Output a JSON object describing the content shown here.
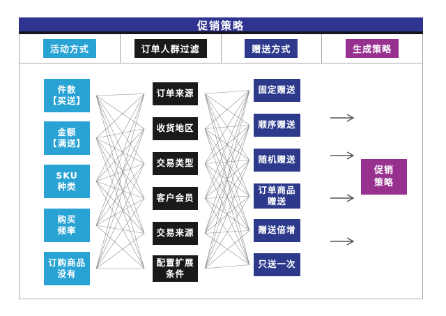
{
  "header": {
    "title": "促销策略"
  },
  "nav": {
    "items": [
      {
        "label": "活动方式",
        "color": "#29a3d4"
      },
      {
        "label": "订单人群过滤",
        "color": "#1a1a1a"
      },
      {
        "label": "赠送方式",
        "color": "#2d3a8c"
      },
      {
        "label": "生成策略",
        "color": "#97308f"
      }
    ]
  },
  "columns": [
    {
      "id": "activity",
      "title": "活动方式",
      "color": "#29a3d4",
      "items": [
        "件数\n【买送】",
        "金额\n【满送】",
        "SKU\n种类",
        "购买\n频率",
        "订购商品\n没有"
      ]
    },
    {
      "id": "order-filter",
      "title": "订单人群过滤",
      "color": "#1a1a1a",
      "items": [
        "订单来源",
        "收货地区",
        "交易类型",
        "客户会员",
        "交易来源",
        "配置扩展\n条件"
      ]
    },
    {
      "id": "gift-method",
      "title": "赠送方式",
      "color": "#2d3a8c",
      "items": [
        "固定赠送",
        "顺序赠送",
        "随机赠送",
        "订单商品\n赠送",
        "赠送倍增",
        "只送一次"
      ]
    }
  ],
  "output": {
    "label": "促销\n策略",
    "color": "#97308f"
  },
  "arrows": {
    "count": 4,
    "direction": "right"
  },
  "colors": {
    "titlebar_bg": "#2e3490",
    "titlebar_strip": "#16161e",
    "border_gray": "#a8a8a8",
    "network_line": "#8a8a8a",
    "arrow_gray": "#555555"
  }
}
